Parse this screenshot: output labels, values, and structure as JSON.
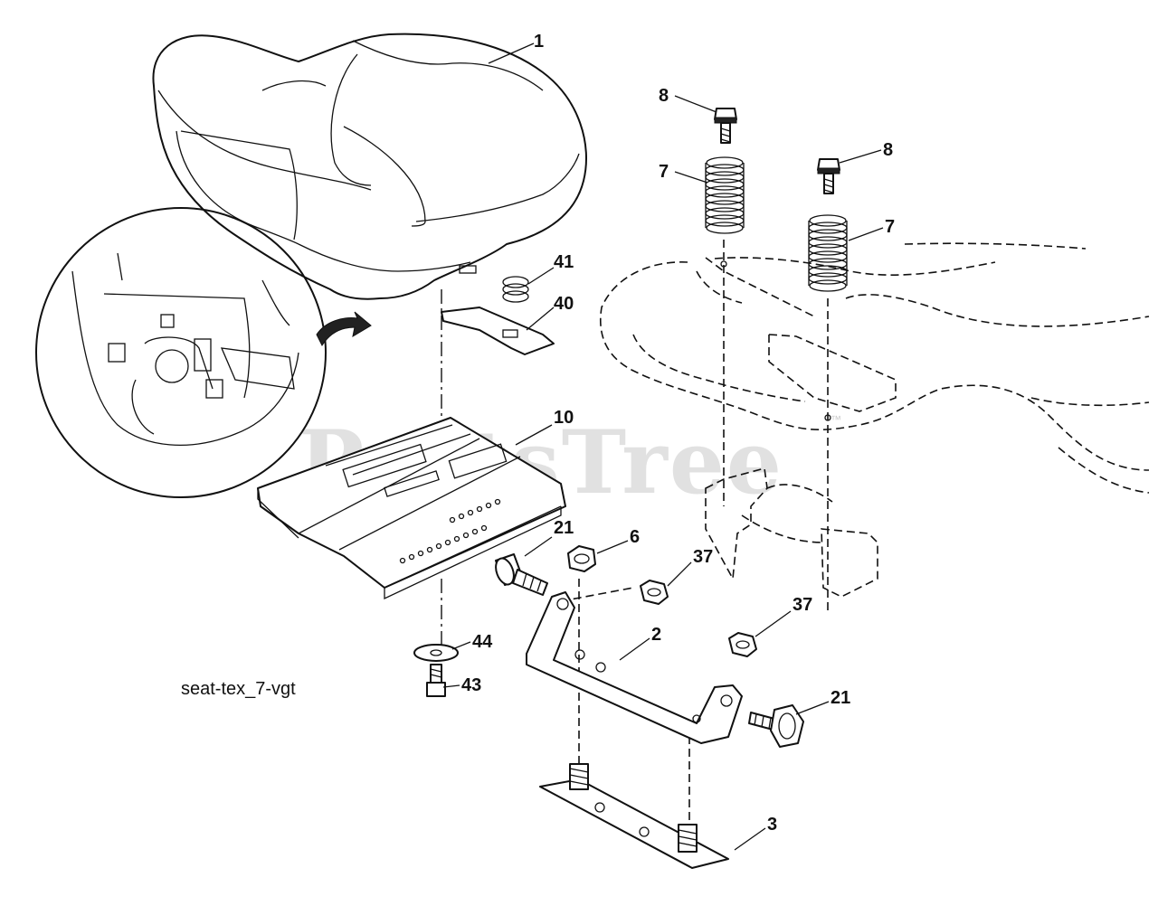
{
  "diagram": {
    "drawing_code": "seat-tex_7-vgt",
    "watermark": "PartsTree",
    "watermark_mark": "™",
    "callouts": {
      "seat": "1",
      "bracket": "2",
      "base_plate": "3",
      "nut_6": "6",
      "spring_left": "7",
      "spring_right": "7",
      "bolt_8_left": "8",
      "bolt_8_right": "8",
      "seat_pan": "10",
      "bolt_21_left": "21",
      "bolt_21_right": "21",
      "nut_37_upper": "37",
      "nut_37_lower": "37",
      "clip": "40",
      "small_spring": "41",
      "screw": "43",
      "washer": "44"
    }
  }
}
